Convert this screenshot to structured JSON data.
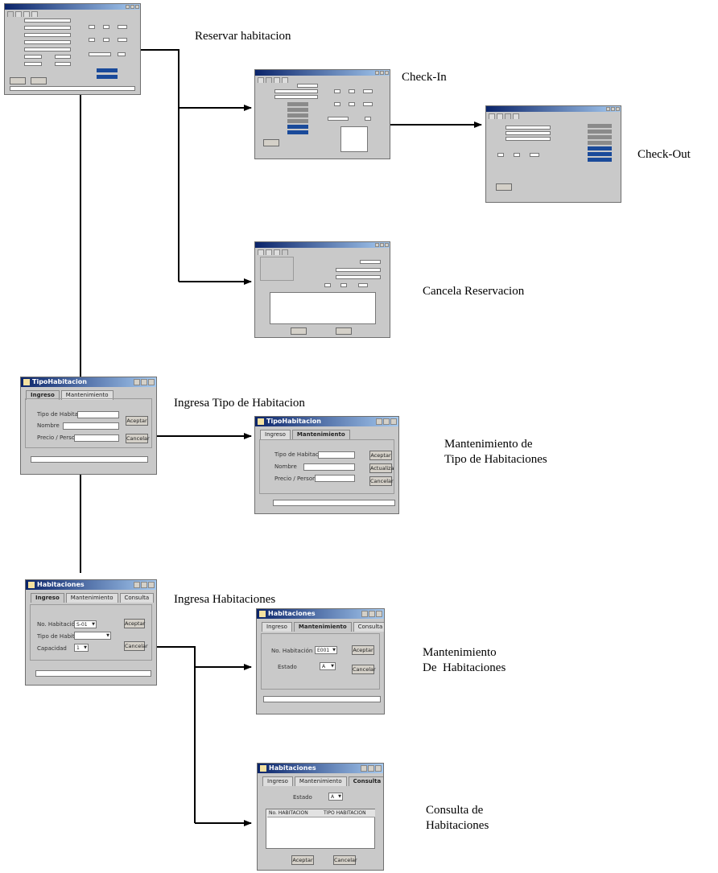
{
  "captions": {
    "reservar": "Reservar habitacion",
    "checkin": "Check-In",
    "checkout": "Check-Out",
    "cancela": "Cancela Reservacion",
    "ingresa_tipo": "Ingresa Tipo de Habitacion",
    "mant_tipo": "Mantenimiento de\nTipo de Habitaciones",
    "ingresa_hab": "Ingresa Habitaciones",
    "mant_hab": "Mantenimiento\nDe  Habitaciones",
    "consulta_hab": "Consulta de\nHabitaciones"
  },
  "tipo_ingreso": {
    "title": "TipoHabitacion",
    "tabs": [
      "Ingreso",
      "Mantenimiento"
    ],
    "fields": [
      "Tipo de Habitación",
      "Nombre",
      "Precio / Persona"
    ],
    "buttons": [
      "Aceptar",
      "Cancelar"
    ]
  },
  "tipo_mant": {
    "title": "TipoHabitacion",
    "tabs": [
      "Ingreso",
      "Mantenimiento"
    ],
    "fields": [
      "Tipo de Habitación",
      "Nombre",
      "Precio / Persona"
    ],
    "buttons": [
      "Aceptar",
      "Actualiza",
      "Cancelar"
    ]
  },
  "hab_ingreso": {
    "title": "Habitaciones",
    "tabs": [
      "Ingreso",
      "Mantenimiento",
      "Consulta"
    ],
    "fields": [
      "No. Habitación",
      "Tipo de Habitación",
      "Capacidad"
    ],
    "values": [
      "S-01",
      "",
      "1"
    ],
    "buttons": [
      "Aceptar",
      "Cancelar"
    ]
  },
  "hab_mant": {
    "title": "Habitaciones",
    "tabs": [
      "Ingreso",
      "Mantenimiento",
      "Consulta"
    ],
    "fields": [
      "No. Habitación",
      "Estado"
    ],
    "values": [
      "E001",
      "A"
    ],
    "buttons": [
      "Aceptar",
      "Cancelar"
    ]
  },
  "hab_consulta": {
    "title": "Habitaciones",
    "tabs": [
      "Ingreso",
      "Mantenimiento",
      "Consulta"
    ],
    "estado_label": "Estado",
    "estado_value": "A",
    "columns": [
      "No. HABITACION",
      "TIPO HABITACION"
    ],
    "buttons": [
      "Aceptar",
      "Cancelar"
    ]
  }
}
